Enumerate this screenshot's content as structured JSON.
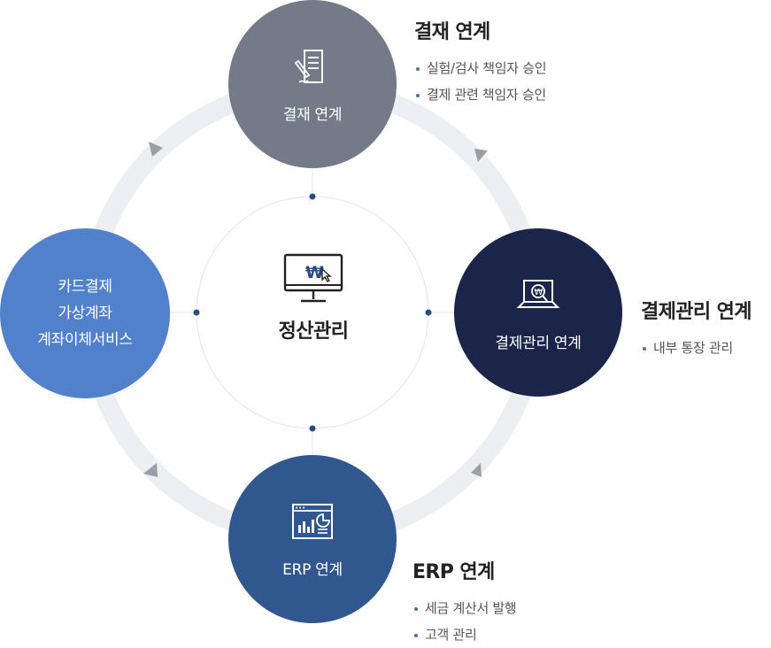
{
  "center": {
    "title": "정산관리",
    "icon": "monitor-won-cursor-icon"
  },
  "nodes": {
    "top": {
      "label": "결재 연계",
      "icon": "document-pen-icon",
      "color": "#747b88"
    },
    "right": {
      "label": "결제관리 연계",
      "icon": "laptop-won-search-icon",
      "color": "#1a2549"
    },
    "bottom": {
      "label": "ERP 연계",
      "icon": "browser-chart-icon",
      "color": "#31578f"
    },
    "left": {
      "lines": [
        "카드결제",
        "가상계좌",
        "계좌이체서비스"
      ],
      "color": "#5181cb"
    }
  },
  "info": {
    "top": {
      "title": "결재 연계",
      "items": [
        "실험/검사 책임자 승인",
        "결제 관련 책임자 승인"
      ]
    },
    "right": {
      "title": "결제관리 연계",
      "items": [
        "내부 통장 관리"
      ]
    },
    "bottom": {
      "title": "ERP 연계",
      "items": [
        "세금 계산서 발행",
        "고객 관리"
      ]
    }
  },
  "colors": {
    "ring": "#eceef1",
    "arrow": "#9a9ea6",
    "connector_dot": "#2a4c86",
    "inner_circle": "#e2e4e8"
  }
}
